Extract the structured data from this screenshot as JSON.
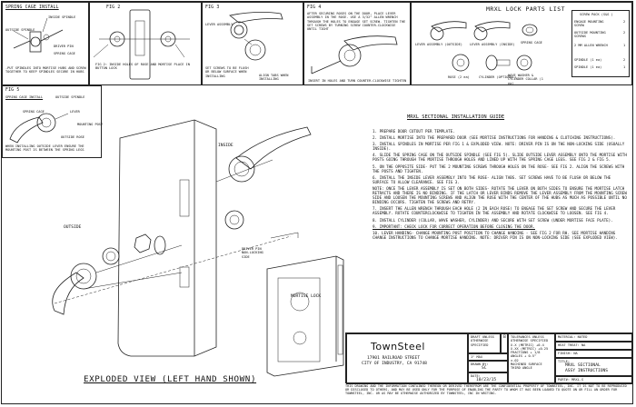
{
  "fig1": {
    "title": "SPRING CAGE INSTALL",
    "labels": [
      "INSIDE SPINDLE",
      "OUTSIDE SPINDLE",
      "DRIVER PIN",
      "SPRING CAGE"
    ],
    "note": "-PUT SPINDLES INTO MORTISE HUBS AND SCREW TOGETHER TO KEEP SPINDLES SECURE IN HUBS"
  },
  "fig2": {
    "title": "FIG 2",
    "note": "FIG 2: INSIDE HOLES OF ROSE AND MORTISE PLACE IN BUTTON LOCK"
  },
  "fig3": {
    "title": "FIG 3",
    "labels": [
      "LEVER ASSEMBLY",
      "SET SCREWS TO BE FLUSH OR BELOW SURFACE WHEN INSTALLING",
      "ALIGN TABS WHEN INSTALLING"
    ]
  },
  "fig4": {
    "title": "FIG 4",
    "note": "AFTER SECURING ROSES ON THE DOOR, PLACE LEVER ASSEMBLY IN THE ROSE. USE A 3/32\" ALLEN WRENCH THROUGH THE HOLES TO ENGAGE SET SCREW. TIGHTEN THE SET SCREWS BY TURNING SCREW COUNTER-CLOCKWISE UNTIL TIGHT",
    "caption": "INSERT IN HOLES AND TURN COUNTER-CLOCKWISE TIGHTEN"
  },
  "fig5": {
    "title": "FIG 5",
    "subtitle": "SPRING CAGE INSTALL",
    "labels": [
      "OUTSIDE SPINDLE",
      "SPRING CAGE",
      "LEVER",
      "MOUNTING POST",
      "OUTSIDE ROSE"
    ],
    "note": "WHEN INSTALLING OUTSIDE LEVER ENSURE THE MOUNTING POST IS BETWEEN THE SPRING LEGS"
  },
  "parts": {
    "title": "MRXL LOCK PARTS LIST",
    "items": [
      "LEVER ASSEMBLY (OUTSIDE)",
      "LEVER ASSEMBLY (INSIDE)",
      "SPRING CAGE",
      "ROSE (2 ea)",
      "CYLINDER (OPTIONAL)",
      "WAVE WASHER & CYLINDER COLLAR (1 ea)"
    ],
    "table_head": "SCREW PACK (S&S )",
    "table": [
      [
        "ENGAGE MOUNTING SCREW",
        "2"
      ],
      [
        "OUTSIDE MOUNTING SCREWS",
        "2"
      ],
      [
        "2 MM ALLEN WRENCH",
        "1"
      ],
      [
        "SPINDLE (1 ea)",
        "2"
      ],
      [
        "SPINDLE (1 ea)",
        "1"
      ]
    ]
  },
  "guide": {
    "title": "MRXL SECTIONAL INSTALLATION GUIDE",
    "steps": [
      "1. PREPARE DOOR CUTOUT PER TEMPLATE.",
      "2. INSTALL MORTISE INTO THE PREPARED DOOR (SEE MORTISE INSTRUCTIONS FOR HANDING & CLUTCHING INSTRUCTIONS).",
      "3. INSTALL SPINDLES IN MORTISE PER FIG 1 & EXPLODED VIEW. NOTE: DRIVER PIN IS ON THE NON-LOCKING SIDE (USUALLY INSIDE).",
      "4. SLIDE THE SPRING CAGE ON THE OUTSIDE SPINDLE (SEE FIG 5). SLIDE OUTSIDE LEVER ASSEMBLY ONTO THE MORTISE WITH POSTS GOING THROUGH THE MORTISE THROUGH HOLES AND LINED UP WITH THE SPRING CAGE LEGS. SEE FIG 2 & FIG 5.",
      "5. ON THE OPPOSITE SIDE- PUT THE 2 MOUNTING SCREWS THROUGH HOLES ON THE ROSE- SEE FIG 2. ALIGN THE SCREWS WITH THE POSTS AND TIGHTEN.",
      "6. INSTALL THE INSIDE LEVER ASSEMBLY INTO THE ROSE- ALIGN TABS. SET SCREWS HAVE TO BE FLUSH OR BELOW THE SURFACE TO ALLOW CLEARANCE. SEE FIG 3.",
      "NOTE: ONCE THE LEVER ASSEMBLY IS SET ON BOTH SIDES- ROTATE THE LEVER ON BOTH SIDES TO ENSURE THE MORTISE LATCH RETRACTS AND THERE IS NO BINDING. IF THE LATCH OR LEVER BINDS REMOVE THE LEVER ASSEMBLY FROM THE MOUNTING SCREW SIDE AND LOOSEN THE MOUNTING SCREWS AND ALIGN THE ROSE WITH THE CENTER OF THE HUBS AS MUCH AS POSSIBLE UNTIL NO BINDING OCCURS. TIGHTEN THE SCREWS AND RETRY.",
      "7. INSERT THE ALLEN WRENCH THROUGH EACH HOLE (2 IN EACH ROSE) TO ENGAGE THE SET SCREW AND SECURE THE LEVER ASSEMBLY. ROTATE COUNTERCLOCKWISE TO TIGHTEN IN THE ASSEMBLY AND ROTATE CLOCKWISE TO LOOSEN. SEE FIG 4.",
      "8. INSTALL CYLINDER (COLLAR, WAVE WASHER, CYLINDER) AND SECURE WITH SET SCREW (UNDER MORTISE FACE PLATE).",
      "9. IMPORTANT: CHECK LOCK FOR CORRECT OPERATION BEFORE CLOSING THE DOOR.",
      "10. LEVER HANDING- CHANGE MOUNTING POST POSITION TO CHANGE HANDING - SEE FIG 2 FOR RH. SEE MORTISE HANDING CHANGE INSTRUCTIONS TO CHANGE MORTISE HANDING. NOTE: DRIVER PIN IS ON NON-LOCKING SIDE (SEE EXPLODED VIEW)."
    ]
  },
  "exploded": {
    "caption": "EXPLODED VIEW (LEFT HAND SHOWN)",
    "inside": "INSIDE",
    "outside": "OUTSIDE",
    "mortise": "MORTISE LOCK",
    "driver": "DRIVER PIN NON-LOCKING SIDE"
  },
  "titleblock": {
    "company": "TownSteel",
    "address1": "17901 RAILROAD STREET",
    "address2": "CITY OF INDUSTRY, CA 91748",
    "draft": "DRAFT UNLESS OTHERWISE SPECIFIED",
    "size_label": "1\" MAX",
    "rev": "B",
    "drawn_by_label": "DRAWN BY:",
    "drawn_by": "SC",
    "date_label": "DATE:",
    "date": "10/23/15",
    "tolerances": "TOLERANCES UNLESS OTHERWISE SPECIFIED",
    "tol_lines": [
      "X.X (METRIC) +0.4",
      "X.XX (METRIC) +0.25",
      "FRACTIONS + 1/8",
      "ANGLES + 0.5°",
      "±.02"
    ],
    "machined": "MACHINED SURFACE",
    "third_angle": "THIRD ANGLE",
    "material_label": "MATERIAL:",
    "material": "NOTED",
    "heat_label": "HEAT TREAT:",
    "heat": "NA",
    "finish_label": "FINISH:",
    "finish": "NA",
    "title_label": "TITLE:",
    "title1": "MRXL SECTIONAL",
    "title2": "ASSY INSTRUCTIONS",
    "part_label": "PART#:",
    "part": "MRXL-S"
  },
  "disclaimer": "THIS DRAWING AND THE INFORMATION CONTAINED THEREON OR DERIVED THEREFROM ARE THE CONFIDENTIAL PROPERTY OF TOWNSTEEL, INC. IT IS NOT TO BE REPRODUCED OR DISCLOSED TO OTHERS, AND MAY BE USED ONLY FOR THE PURPOSE OF ENABLING THE PARTY TO WHOM IT HAS BEEN LOANED TO QUOTE ON OR FILL AN ORDER FOR TOWNSTEEL, INC. OR AS MAY BE OTHERWISE AUTHORIZED BY TOWNSTEEL, INC IN WRITING."
}
